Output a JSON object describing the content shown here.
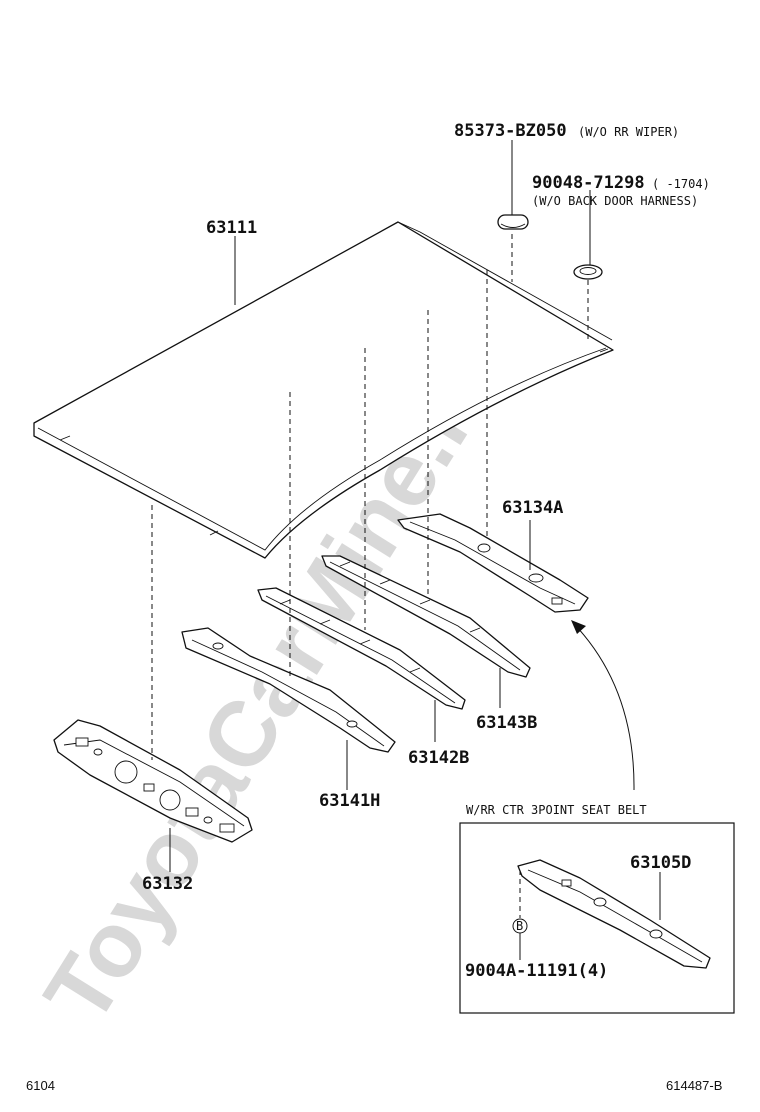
{
  "watermark": "ToyotaCarMine.ru",
  "parts": {
    "roof_panel": "63111",
    "plug": "85373-BZ050",
    "plug_note": "(W/O RR WIPER)",
    "grommet": "90048-71298",
    "grommet_range": "(   -1704)",
    "grommet_note": "(W/O BACK DOOR HARNESS)",
    "rear_header_rail": "63134A",
    "reinforcement_rear": "63143B",
    "reinforcement_center": "63142B",
    "reinforcement_front": "63141H",
    "front_header_rail": "63132"
  },
  "inset": {
    "title": "W/RR CTR 3POINT SEAT BELT",
    "rail": "63105D",
    "ref_marker": "B",
    "bolt": "9004A-11191(4)"
  },
  "footer": {
    "left": "6104",
    "right": "614487-B"
  }
}
